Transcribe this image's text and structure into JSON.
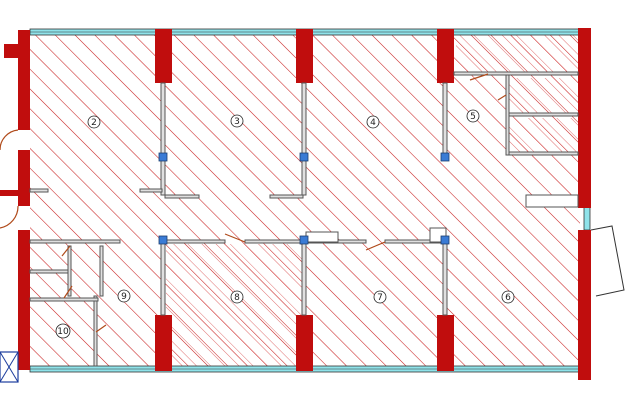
{
  "colors": {
    "hatch": "#c81e1e",
    "wall": "#c00d0d",
    "partition": "#8a8a8a",
    "window": "#8fe3ea",
    "column": "#3a7bd5",
    "door": "#b04a1a",
    "outline": "#333333"
  },
  "rooms": [
    {
      "id": "2",
      "label": "2"
    },
    {
      "id": "3",
      "label": "3"
    },
    {
      "id": "4",
      "label": "4"
    },
    {
      "id": "5",
      "label": "5"
    },
    {
      "id": "6",
      "label": "6"
    },
    {
      "id": "7",
      "label": "7"
    },
    {
      "id": "8",
      "label": "8"
    },
    {
      "id": "9",
      "label": "9"
    },
    {
      "id": "10",
      "label": "10"
    }
  ]
}
